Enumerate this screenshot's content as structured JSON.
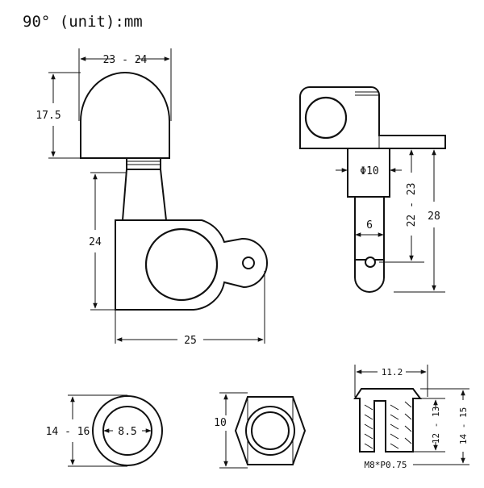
{
  "title": "90° (unit):mm",
  "front_view": {
    "knob_width": "23 - 24",
    "knob_height": "17.5",
    "shaft_height": "24",
    "base_width": "25"
  },
  "side_view": {
    "diameter": "Φ10",
    "post_diameter": "6",
    "post_height": "22 - 23",
    "total_height": "28"
  },
  "washer": {
    "outer": "14 - 16",
    "inner": "8.5"
  },
  "hex_nut": {
    "width": "10"
  },
  "bushing": {
    "width": "11.2",
    "inner_height": "12 - 13",
    "outer_height": "14 - 15",
    "thread": "M8*P0.75"
  }
}
